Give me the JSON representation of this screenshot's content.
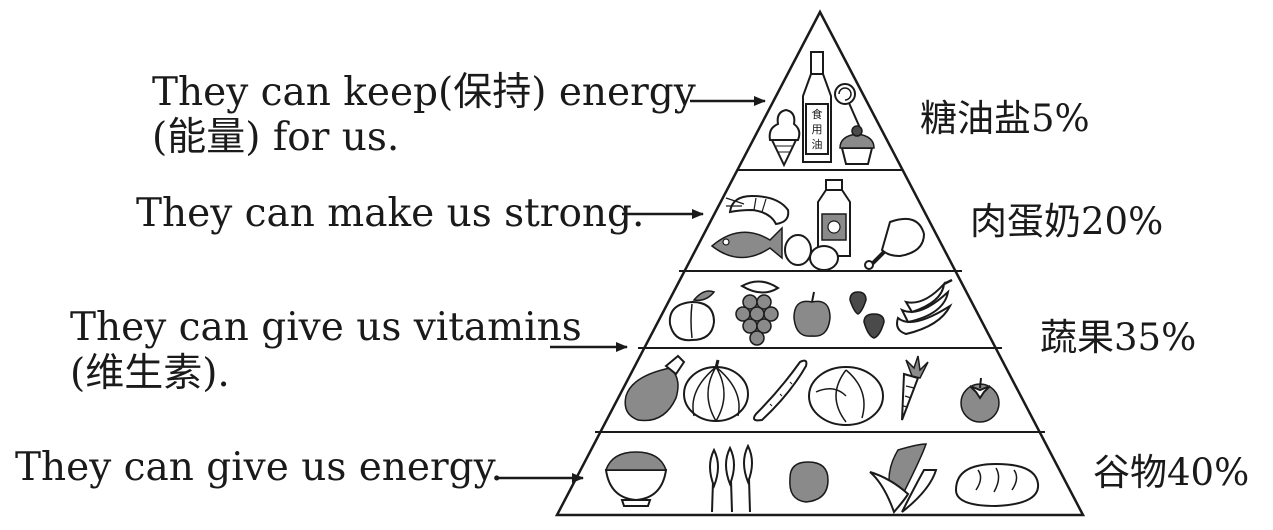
{
  "pyramid": {
    "levels": [
      {
        "id": "oil-sugar-salt",
        "description_lines": [
          "They can keep(保持) energy",
          "(能量) for us."
        ],
        "category_label": "糖油盐",
        "percent": 5,
        "percent_text": "5%",
        "foods": [
          "oil-bottle-icon",
          "lollipop-icon",
          "ice-cream-icon",
          "cupcake-icon"
        ],
        "bottle_label": [
          "食",
          "用",
          "油"
        ]
      },
      {
        "id": "meat-egg-milk",
        "description_lines": [
          "They can make us strong."
        ],
        "category_label": "肉蛋奶",
        "percent": 20,
        "percent_text": "20%",
        "foods": [
          "shrimp-icon",
          "fish-icon",
          "milk-bottle-icon",
          "egg-icon",
          "chicken-leg-icon"
        ]
      },
      {
        "id": "fruit",
        "description_lines": [
          "They can give us vitamins",
          "(维生素)."
        ],
        "category_label": "蔬果",
        "percent": 35,
        "percent_text": "35%",
        "foods": [
          "peach-icon",
          "grapes-icon",
          "apple-icon",
          "strawberry-icon",
          "banana-icon"
        ]
      },
      {
        "id": "vegetables",
        "description_lines": [],
        "foods": [
          "eggplant-icon",
          "pumpkin-icon",
          "cucumber-icon",
          "cabbage-icon",
          "carrot-icon",
          "tomato-icon"
        ]
      },
      {
        "id": "grains",
        "description_lines": [
          "They can give us energy."
        ],
        "category_label": "谷物",
        "percent": 40,
        "percent_text": "40%",
        "foods": [
          "rice-bowl-icon",
          "wheat-icon",
          "potato-icon",
          "corn-icon",
          "bread-icon"
        ]
      }
    ]
  }
}
